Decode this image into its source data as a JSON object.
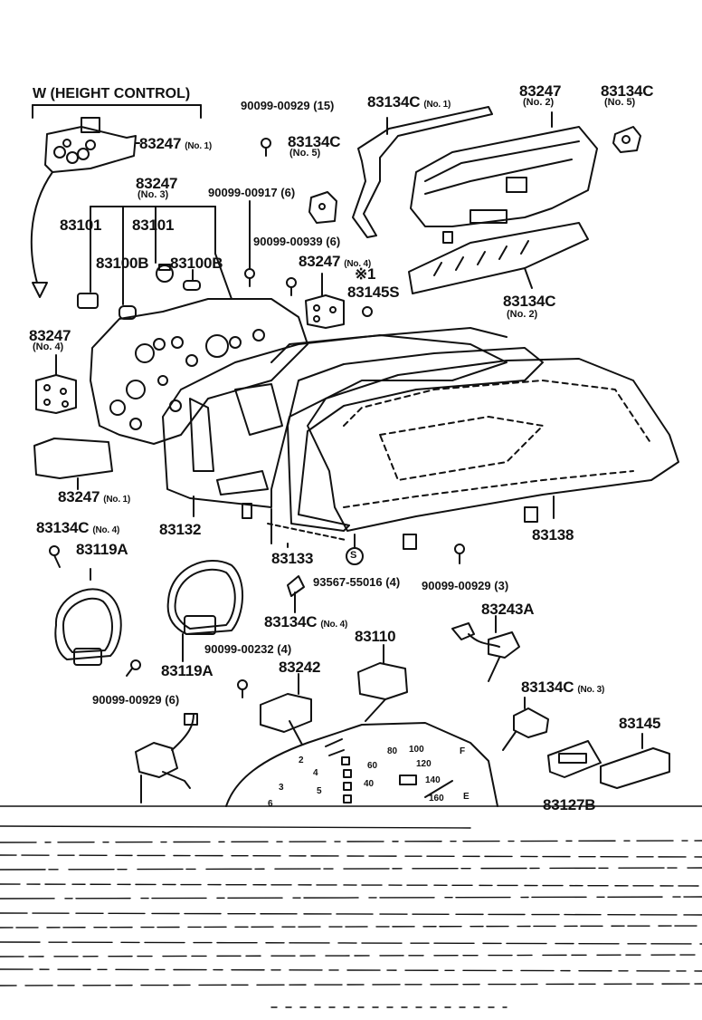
{
  "group_title": "W (HEIGHT CONTROL)",
  "footnote_mark": "※1",
  "labels": {
    "p83247_no1_top": "83247",
    "p83247_no1_top_sub": "(No. 1)",
    "p83247_no3": "83247",
    "p83247_no3_sub": "(No. 3)",
    "p83101_a": "83101",
    "p83101_b": "83101",
    "p83100B_a": "83100B",
    "p83100B_b": "83100B",
    "p83247_no4_left": "83247",
    "p83247_no4_left_sub": "(No. 4)",
    "p83247_no1_bottom": "83247",
    "p83247_no1_bottom_sub": "(No. 1)",
    "p83132": "83132",
    "p90099_00929_15": "90099-00929",
    "p90099_00929_15_qty": "(15)",
    "p83134C_no5_mid": "83134C",
    "p83134C_no5_mid_sub": "(No. 5)",
    "p90099_00917": "90099-00917",
    "p90099_00917_qty": "(6)",
    "p90099_00939": "90099-00939",
    "p90099_00939_qty": "(6)",
    "p83247_no4_mid": "83247",
    "p83247_no4_mid_sub": "(No. 4)",
    "p83145S": "83145S",
    "p83134C_no1": "83134C",
    "p83134C_no1_sub": "(No. 1)",
    "p83247_no2": "83247",
    "p83247_no2_sub": "(No. 2)",
    "p83134C_no5_right": "83134C",
    "p83134C_no5_right_sub": "(No. 5)",
    "p83134C_no2": "83134C",
    "p83134C_no2_sub": "(No. 2)",
    "p83138": "83138",
    "p83133": "83133",
    "s_mark": "S",
    "p93567_55016": "93567-55016",
    "p93567_55016_qty": "(4)",
    "p90099_00929_3": "90099-00929",
    "p90099_00929_3_qty": "(3)",
    "p83134C_no4_left": "83134C",
    "p83134C_no4_left_sub": "(No. 4)",
    "p83119A_a": "83119A",
    "p83119A_b": "83119A",
    "p90099_00929_6": "90099-00929",
    "p90099_00929_6_qty": "(6)",
    "p90099_00232": "90099-00232",
    "p90099_00232_qty": "(4)",
    "p83134C_no4_mid": "83134C",
    "p83134C_no4_mid_sub": "(No. 4)",
    "p83110": "83110",
    "p83242": "83242",
    "p83243A": "83243A",
    "p83134C_no3": "83134C",
    "p83134C_no3_sub": "(No. 3)",
    "p83145": "83145",
    "p83127B": "83127B"
  },
  "dial_numbers": [
    "80",
    "100",
    "120",
    "140",
    "160",
    "60",
    "40",
    "2",
    "3",
    "4",
    "5",
    "6",
    "E",
    "F"
  ],
  "colors": {
    "ink": "#111111",
    "paper": "#ffffff"
  }
}
